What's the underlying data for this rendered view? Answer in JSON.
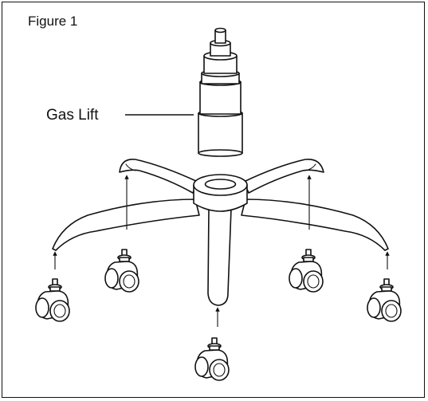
{
  "figure": {
    "title": "Figure 1",
    "callout_label": "Gas Lift"
  },
  "parts": [
    "gas-lift",
    "five-star-base",
    "caster-wheel"
  ],
  "caster_count": 5
}
